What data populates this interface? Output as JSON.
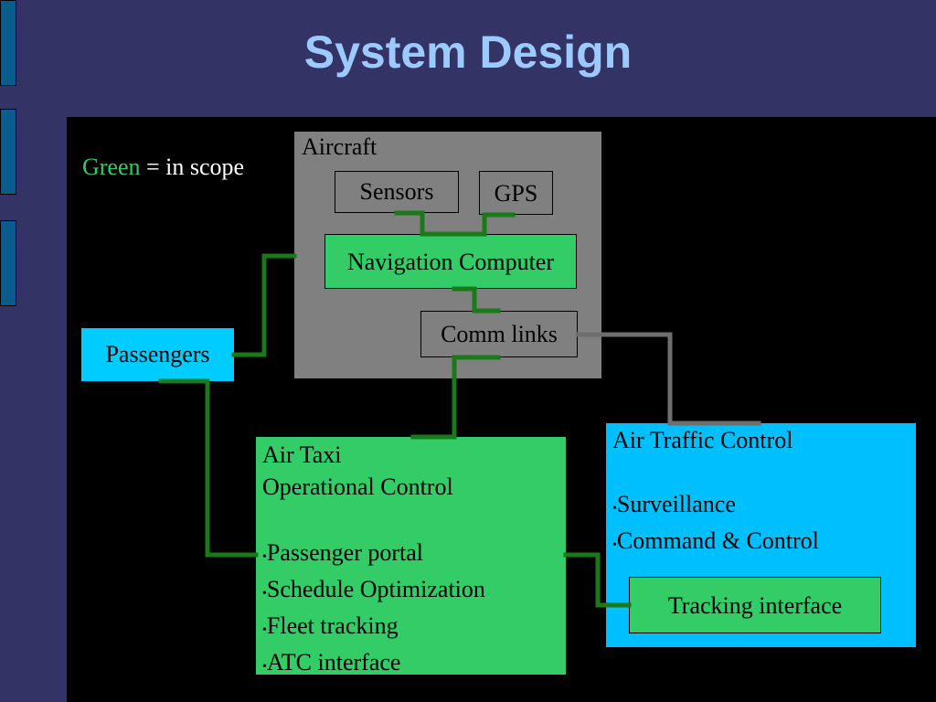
{
  "title": "System Design",
  "legend": {
    "color_word": "Green",
    "rest": " = in scope"
  },
  "aircraft": {
    "label": "Aircraft"
  },
  "sensors": {
    "label": "Sensors"
  },
  "gps": {
    "label": "GPS"
  },
  "navigation_computer": {
    "label": "Navigation Computer"
  },
  "comm_links": {
    "label": "Comm links"
  },
  "passengers": {
    "label": "Passengers"
  },
  "air_taxi": {
    "title_line1": "Air Taxi",
    "title_line2": "Operational Control",
    "bullet": "•",
    "items": [
      "Passenger portal",
      "Schedule Optimization",
      "Fleet tracking",
      "ATC interface"
    ]
  },
  "atc": {
    "title": "Air Traffic Control",
    "bullet": "•",
    "items": [
      "Surveillance",
      "Command & Control"
    ]
  },
  "tracking_interface": {
    "label": "Tracking interface"
  },
  "colors": {
    "background": "#343366",
    "title": "#9ccaff",
    "in_scope_green": "#33cc66",
    "cyan": "#00ccff",
    "gray": "#808080",
    "line_green": "#1a7a1a",
    "line_gray": "#6e6e6e"
  }
}
